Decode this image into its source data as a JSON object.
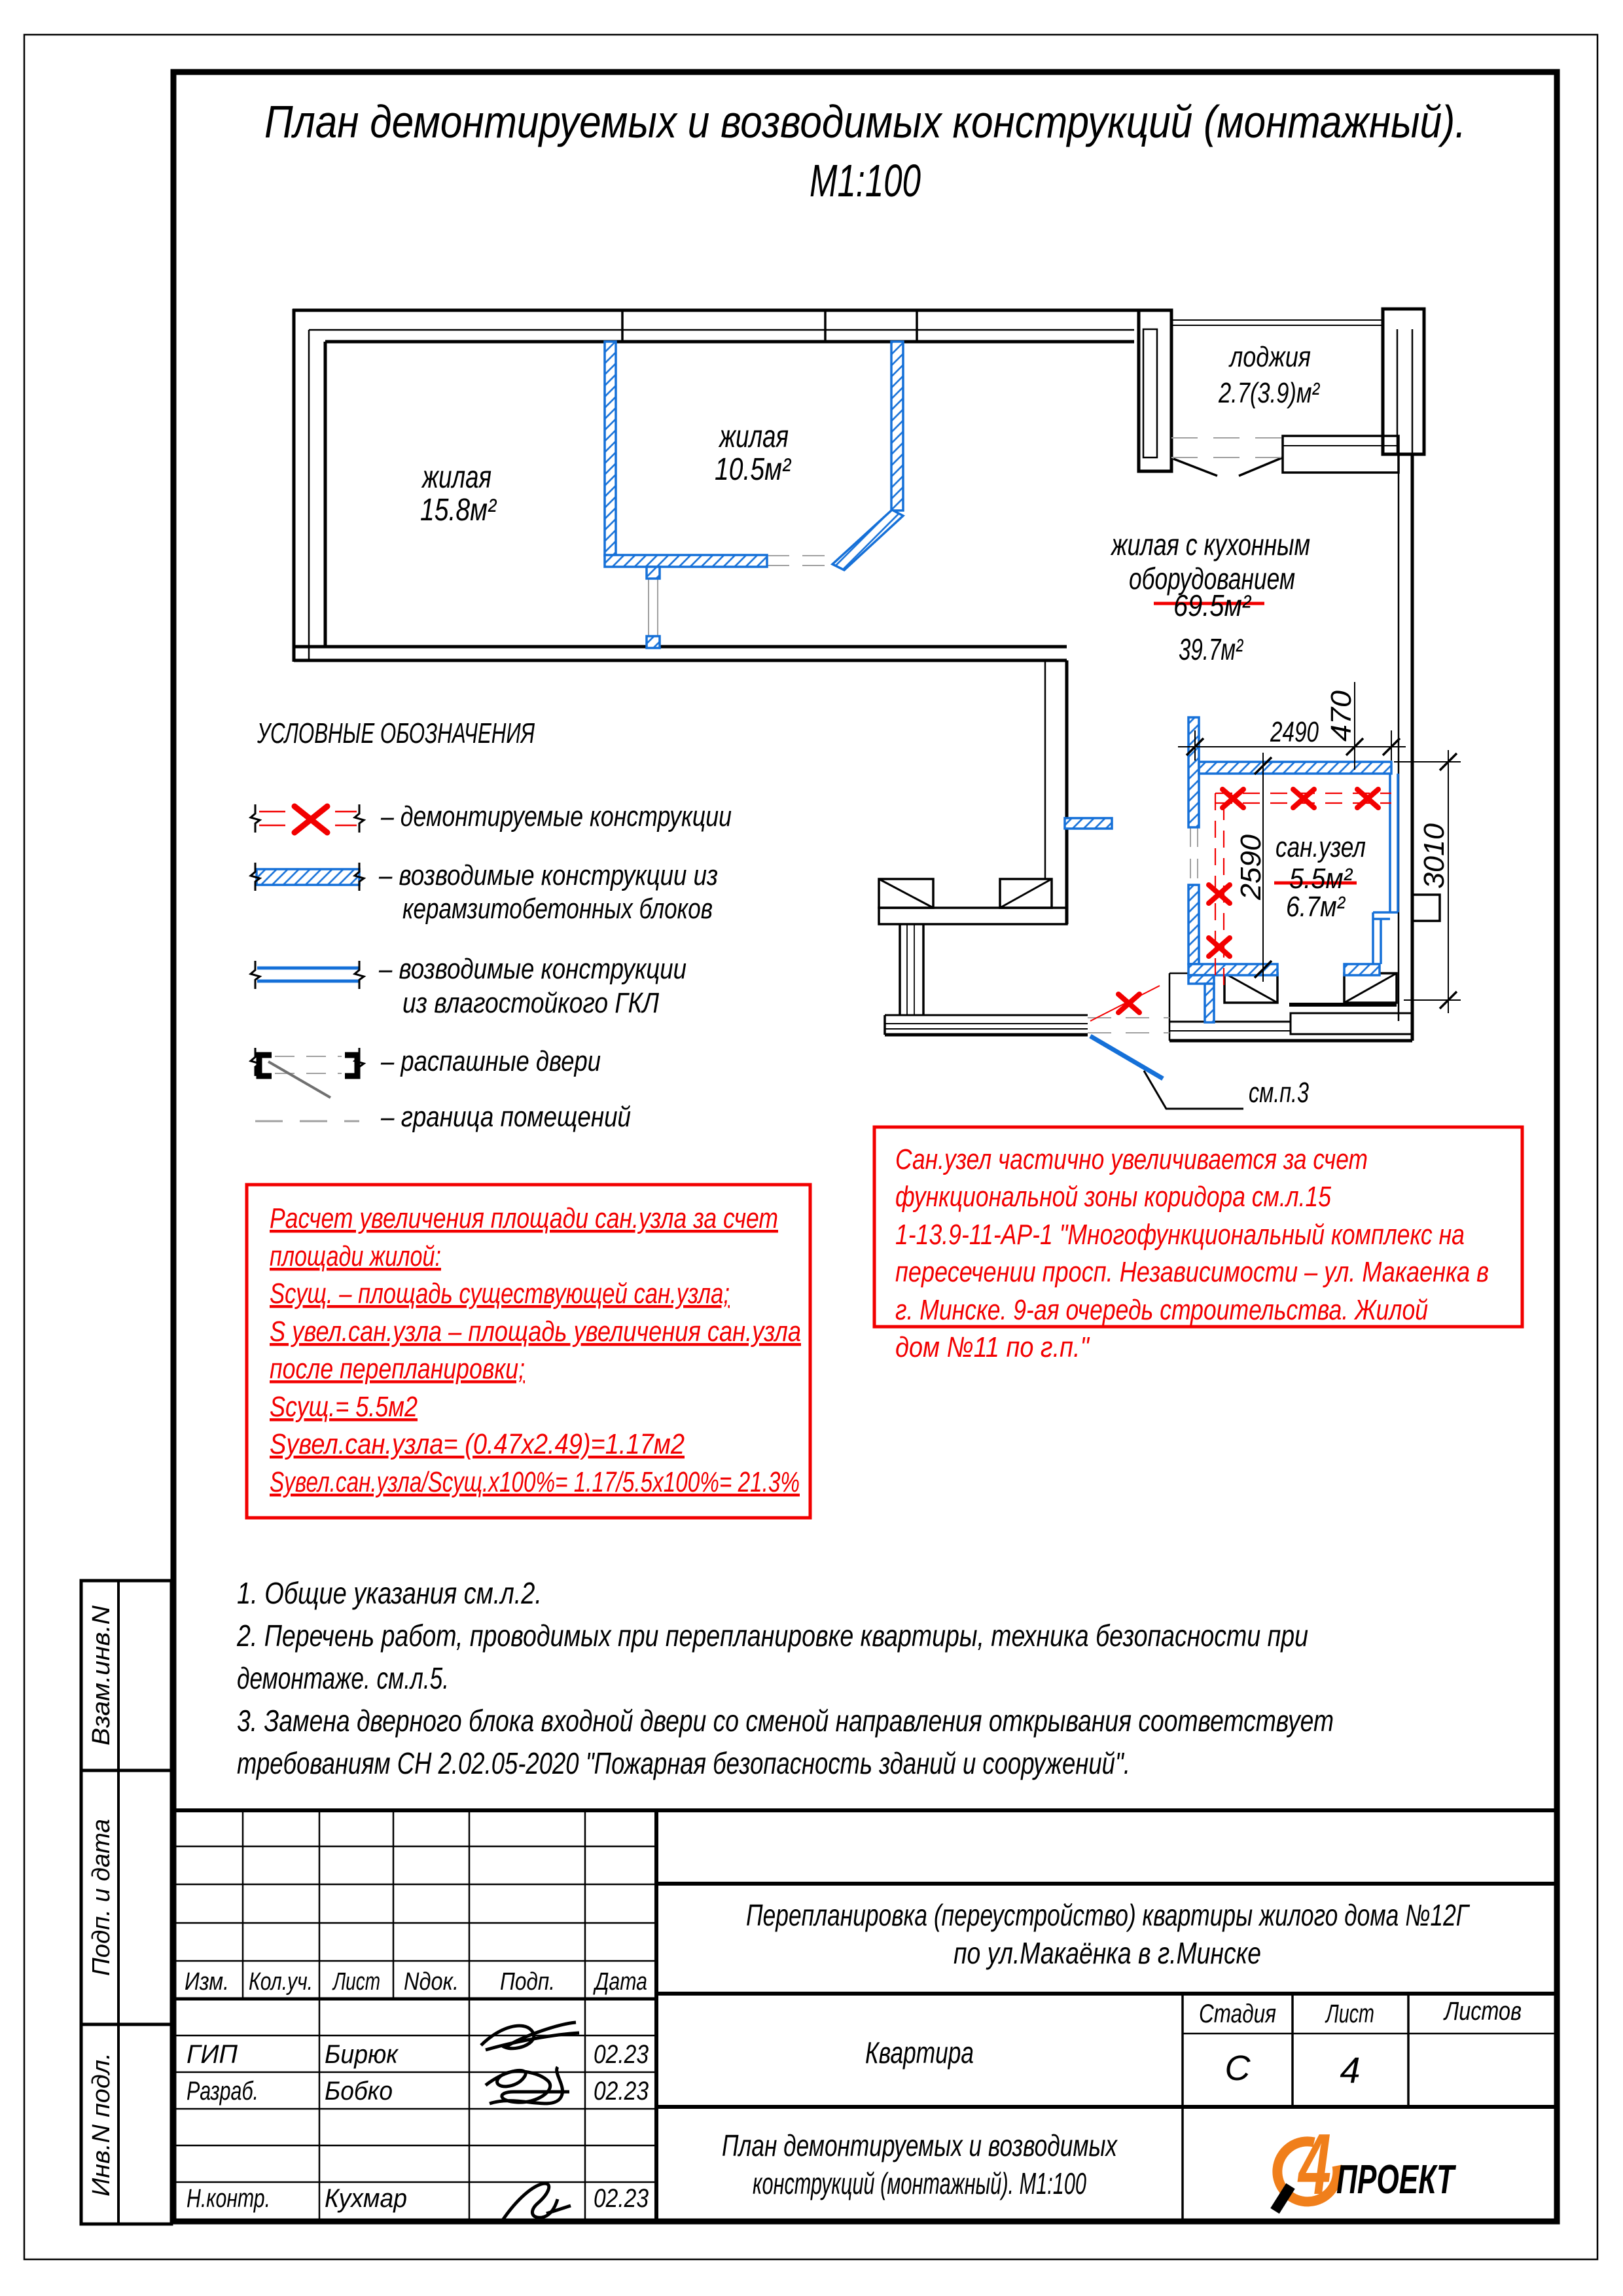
{
  "title": {
    "line1": "План демонтируемых и возводимых конструкций (монтажный).",
    "line2": "М1:100"
  },
  "plan": {
    "room1": {
      "name": "жилая",
      "area": "15.8м²"
    },
    "room2": {
      "name": "жилая",
      "area": "10.5м²"
    },
    "loggia": {
      "name": "лоджия",
      "area": "2.7(3.9)м²"
    },
    "kitchen": {
      "name1": "жилая с кухонным",
      "name2": "оборудованием",
      "area_old": "69.5м²",
      "area_new": "39.7м²"
    },
    "bath": {
      "name": "сан.узел",
      "area_old": "5.5м²",
      "area_new": "6.7м²"
    },
    "see_note": "см.п.3",
    "dim_width": "2490",
    "dim_offset": "470",
    "dim_inner_height": "2590",
    "dim_outer_height": "3010"
  },
  "legend": {
    "title": "УСЛОВНЫЕ ОБОЗНАЧЕНИЯ",
    "item1": {
      "label": "–  демонтируемые конструкции"
    },
    "item2": {
      "label1": "–  возводимые конструкции из",
      "label2": "керамзитобетонных блоков"
    },
    "item3": {
      "label1": "–  возводимые конструкции",
      "label2": "из влагостойкого ГКЛ"
    },
    "item4": {
      "label": "–  распашные двери"
    },
    "item5": {
      "label": "–  граница помещений"
    }
  },
  "calc_box": {
    "line1": "Расчет увеличения площади сан.узла за счет",
    "line2": "площади жилой:",
    "line3": "Sсущ. – площадь существующей сан.узла;",
    "line4": "S увел.сан.узла – площадь увеличения сан.узла",
    "line5": "после перепланировки;",
    "line6": "Sсущ.= 5.5м2",
    "line7": "Sувел.сан.узла= (0.47х2.49)=1.17м2",
    "line8": "Sувел.сан.узла/Sсущ.х100%=  1.17/5.5х100%= 21.3%"
  },
  "note_box": {
    "line1": "Сан.узел частично увеличивается за счет",
    "line2": "функциональной зоны коридора см.л.15",
    "line3": "1-13.9-11-АР-1 \"Многофункциональный комплекс на",
    "line4": "пересечении просп. Независимости – ул. Макаенка в",
    "line5": "г. Минске. 9-ая очередь строительства. Жилой",
    "line6": "дом №11 по г.п.\""
  },
  "notes": {
    "line1": "1. Общие указания см.л.2.",
    "line2": "2. Перечень работ, проводимых при перепланировке квартиры, техника безопасности при",
    "line3": "демонтаже. см.л.5.",
    "line4": "3. Замена дверного блока входной двери со сменой направления открывания соответствует",
    "line5": "требованиям СН 2.02.05-2020 \"Пожарная безопасность зданий и сооружений\"."
  },
  "stamp": {
    "col_izm": "Изм.",
    "col_koluch": "Кол.уч.",
    "col_list": "Лист",
    "col_ndok": "Nдок.",
    "col_podp": "Подп.",
    "col_data": "Дата",
    "row1": {
      "role": "ГИП",
      "name": "Бирюк",
      "date": "02.23"
    },
    "row2": {
      "role": "Разраб.",
      "name": "Бобко",
      "date": "02.23"
    },
    "row3": {
      "role": "Н.контр.",
      "name": "Кухмар",
      "date": "02.23"
    },
    "project_line1": "Перепланировка (переустройство) квартиры жилого дома №12Г",
    "project_line2": "по ул.Макаёнка в г.Минске",
    "object_name": "Квартира",
    "stage_label": "Стадия",
    "sheet_label": "Лист",
    "sheets_label": "Листов",
    "stage_value": "С",
    "sheet_value": "4",
    "drawing_line1": "План демонтируемых и возводимых",
    "drawing_line2": "конструкций (монтажный). М1:100",
    "logo_digit": "4",
    "logo_text": "ПРОЕКТ"
  },
  "side_labels": {
    "top": "Взам.инв.N",
    "middle": "Подп. и дата",
    "bottom": "Инв.N подл."
  },
  "colors": {
    "new_wall_blue": "#1570d8",
    "demolition_red": "#f20000",
    "logo_orange": "#f07f1b",
    "boundary_gray": "#a0a0a0"
  }
}
